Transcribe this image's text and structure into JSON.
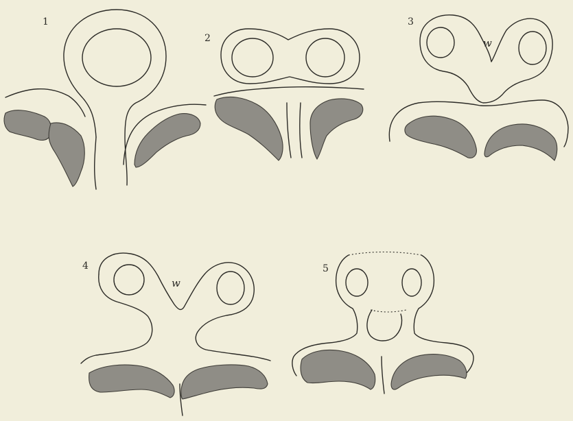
{
  "figures": [
    {
      "number": "1"
    },
    {
      "number": "2"
    },
    {
      "number": "3",
      "mark": "w"
    },
    {
      "number": "4",
      "mark": "w"
    },
    {
      "number": "5"
    }
  ],
  "colors": {
    "paper": "#f1eedb",
    "ink": "#2b2a26",
    "shading": "#8f8d86"
  }
}
